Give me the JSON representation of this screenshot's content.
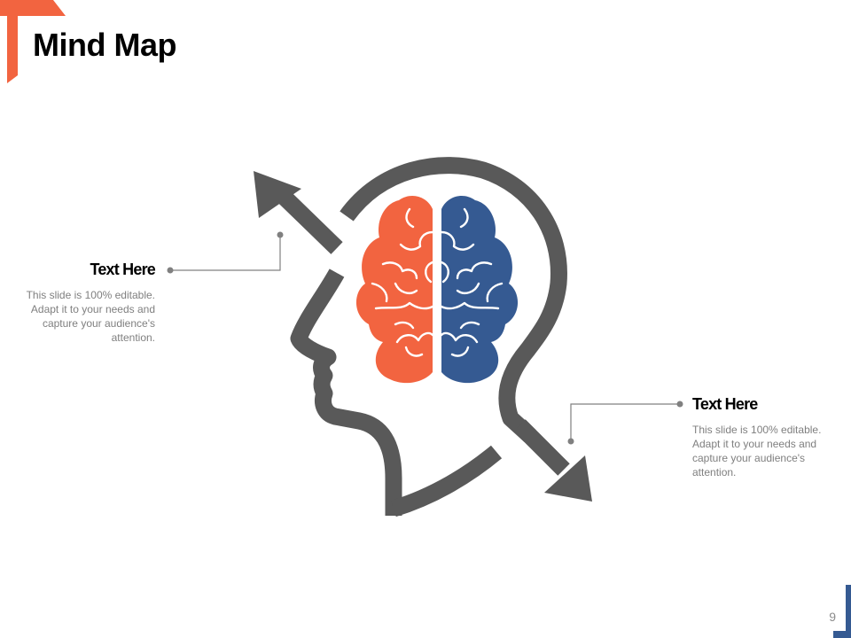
{
  "slide": {
    "title": "Mind Map",
    "page_number": "9"
  },
  "callouts": [
    {
      "heading": "Text Here",
      "body": "This slide is 100% editable. Adapt it to your needs and capture your audience's attention."
    },
    {
      "heading": "Text Here",
      "body": "This slide is 100% editable. Adapt it to your needs and capture your audience's attention."
    }
  ],
  "colors": {
    "accent_orange": "#f26440",
    "accent_blue": "#355a92",
    "head_gray": "#595959",
    "connector_gray": "#808080",
    "brain_line": "#ffffff"
  },
  "icons": {
    "head": "head-profile-icon",
    "brain": "brain-icon",
    "arrow_up": "arrow-up-left-icon",
    "arrow_down": "arrow-down-right-icon"
  }
}
